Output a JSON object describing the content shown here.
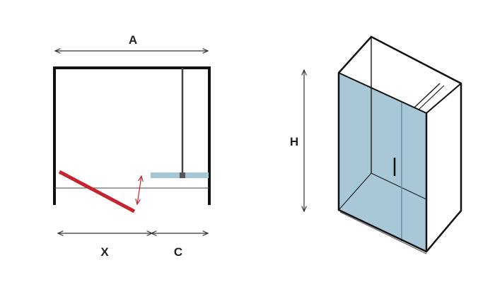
{
  "labels": {
    "a": "A",
    "x": "X",
    "c": "C",
    "h": "H"
  },
  "colors": {
    "frame": "#111111",
    "door": "#c8222e",
    "glass": "#a8c8d8",
    "glass_edge": "#7fa6bc",
    "arrow": "#333333",
    "swing_arrow": "#c8222e"
  }
}
